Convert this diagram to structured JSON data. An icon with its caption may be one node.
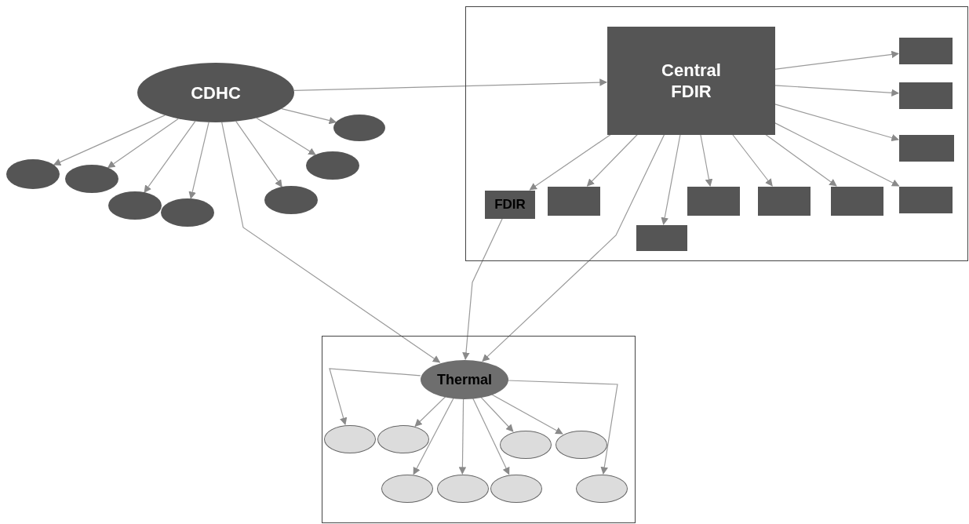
{
  "diagram": {
    "nodes": [
      {
        "text": [
          "CDHC"
        ]
      },
      {
        "text": [],
        "shape": "ellipse"
      },
      {
        "text": [],
        "shape": "ellipse"
      },
      {
        "text": [],
        "shape": "ellipse"
      },
      {
        "text": [],
        "shape": "ellipse"
      },
      {
        "text": [],
        "shape": "ellipse"
      },
      {
        "text": [],
        "shape": "ellipse"
      },
      {
        "text": [],
        "shape": "ellipse"
      },
      {
        "text": [],
        "shape": "box"
      },
      {
        "text": [
          "Central FDIR"
        ],
        "in": 8
      },
      {
        "text": [
          "FDIR"
        ],
        "in": 8
      },
      {
        "text": [],
        "shape": "box",
        "in": 8
      },
      {
        "text": [],
        "shape": "box",
        "in": 8
      },
      {
        "text": [],
        "shape": "box",
        "in": 8
      },
      {
        "text": [],
        "shape": "box",
        "in": 8
      },
      {
        "text": [],
        "shape": "box",
        "in": 8
      },
      {
        "text": [],
        "shape": "box",
        "in": 8
      },
      {
        "text": [],
        "shape": "box",
        "in": 8
      },
      {
        "text": [],
        "shape": "box",
        "in": 8
      },
      {
        "text": [],
        "shape": "box",
        "in": 8
      },
      {
        "text": [],
        "shape": "box"
      },
      {
        "text": [
          "Thermal"
        ],
        "in": 20
      },
      {
        "text": [],
        "shape": "ellipse",
        "in": 20
      },
      {
        "text": [],
        "shape": "ellipse",
        "in": 20
      },
      {
        "text": [],
        "shape": "ellipse",
        "in": 20
      },
      {
        "text": [],
        "shape": "ellipse",
        "in": 20
      },
      {
        "text": [],
        "shape": "ellipse",
        "in": 20
      },
      {
        "text": [],
        "shape": "ellipse",
        "in": 20
      },
      {
        "text": [],
        "shape": "ellipse",
        "in": 20
      },
      {
        "text": [],
        "shape": "ellipse",
        "in": 20
      }
    ],
    "edges": [
      {
        "from": 0,
        "to": 1,
        "arrow": "to"
      },
      {
        "from": 0,
        "to": 2,
        "arrow": "to"
      },
      {
        "from": 0,
        "to": 3,
        "arrow": "to"
      },
      {
        "from": 0,
        "to": 4,
        "arrow": "to"
      },
      {
        "from": 0,
        "to": 5,
        "arrow": "to"
      },
      {
        "from": 0,
        "to": 6,
        "arrow": "to"
      },
      {
        "from": 0,
        "to": 7,
        "arrow": "to"
      },
      {
        "from": 0,
        "to": 9,
        "arrow": "to"
      },
      {
        "from": 0,
        "to": 21,
        "arrow": "to"
      },
      {
        "from": 9,
        "to": 10,
        "arrow": "to"
      },
      {
        "from": 9,
        "to": 11,
        "arrow": "to"
      },
      {
        "from": 9,
        "to": 12,
        "arrow": "to"
      },
      {
        "from": 9,
        "to": 13,
        "arrow": "to"
      },
      {
        "from": 9,
        "to": 14,
        "arrow": "to"
      },
      {
        "from": 9,
        "to": 15,
        "arrow": "to"
      },
      {
        "from": 9,
        "to": 16,
        "arrow": "to"
      },
      {
        "from": 9,
        "to": 17,
        "arrow": "to"
      },
      {
        "from": 9,
        "to": 18,
        "arrow": "to"
      },
      {
        "from": 9,
        "to": 19,
        "arrow": "to"
      },
      {
        "from": 9,
        "to": 21,
        "arrow": "to"
      },
      {
        "from": 10,
        "to": 21,
        "arrow": "to"
      },
      {
        "from": 21,
        "to": 22,
        "arrow": "to"
      },
      {
        "from": 21,
        "to": 23,
        "arrow": "to"
      },
      {
        "from": 21,
        "to": 24,
        "arrow": "to"
      },
      {
        "from": 21,
        "to": 25,
        "arrow": "to"
      },
      {
        "from": 21,
        "to": 26,
        "arrow": "to"
      },
      {
        "from": 21,
        "to": 27,
        "arrow": "to"
      },
      {
        "from": 21,
        "to": 28,
        "arrow": "to"
      },
      {
        "from": 21,
        "to": 29,
        "arrow": "to"
      }
    ]
  }
}
